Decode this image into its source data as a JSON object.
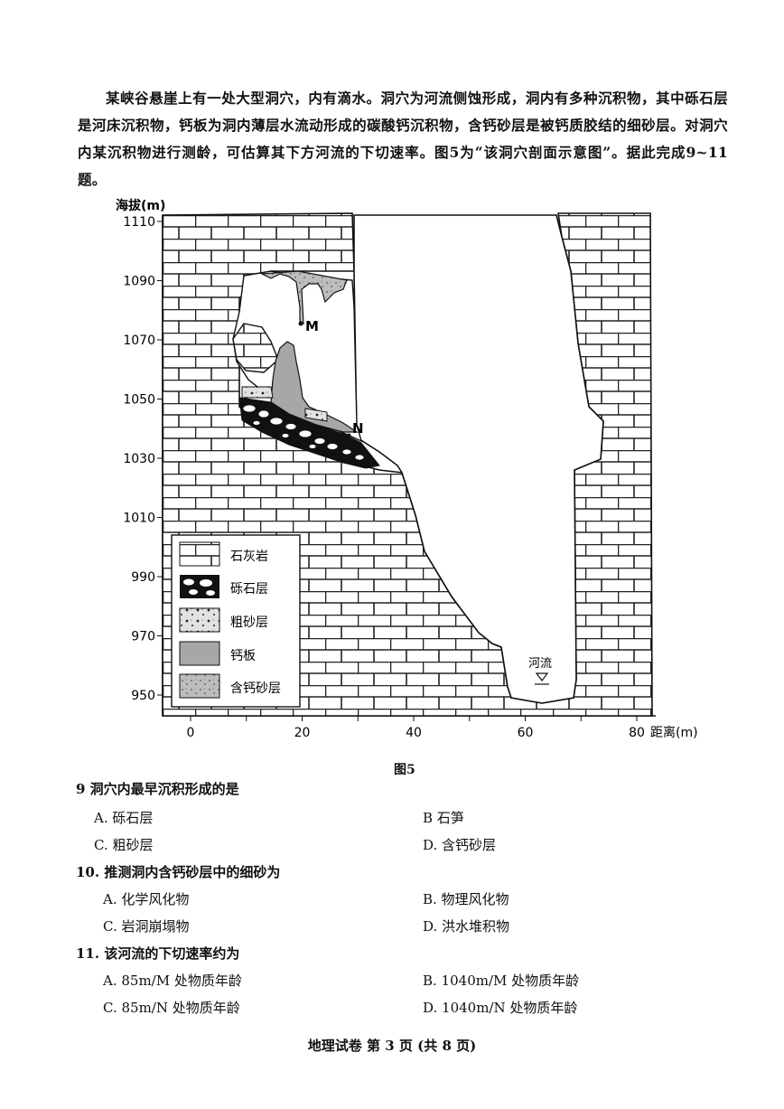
{
  "intro": "某峡谷悬崖上有一处大型洞穴，内有滴水。洞穴为河流侧蚀形成，洞内有多种沉积物，其中砾石层是河床沉积物，钙板为洞内薄层水流动形成的碳酸钙沉积物，含钙砂层是被钙质胶结的细砂层。对洞穴内某沉积物进行测龄，可估算其下方河流的下切速率。图5为“该洞穴剖面示意图”。据此完成9~11题。",
  "figure": {
    "y_axis_label": "海拔(m)",
    "x_axis_label": "距离(m)",
    "y_ticks": [
      "1110",
      "1090",
      "1070",
      "1050",
      "1030",
      "1010",
      "990",
      "970",
      "950"
    ],
    "x_ticks": [
      "0",
      "20",
      "40",
      "60",
      "80"
    ],
    "point_m": "M",
    "point_n": "N",
    "river_label": "河流",
    "legend": [
      "石灰岩",
      "砾石层",
      "粗砂层",
      "钙板",
      "含钙砂层"
    ],
    "caption": "图5"
  },
  "questions": [
    {
      "stem": "9  洞穴内最早沉积形成的是",
      "options": [
        "A. 砾石层",
        "B  石笋",
        "C. 粗砂层",
        "D. 含钙砂层"
      ]
    },
    {
      "stem": "10. 推测洞内含钙砂层中的细砂为",
      "options": [
        "A. 化学风化物",
        "B. 物理风化物",
        "C. 岩洞崩塌物",
        "D. 洪水堆积物"
      ]
    },
    {
      "stem": "11. 该河流的下切速率约为",
      "options": [
        "A. 85m/M 处物质年龄",
        "B. 1040m/M 处物质年龄",
        "C. 85m/N 处物质年龄",
        "D. 1040m/N 处物质年龄"
      ]
    }
  ],
  "footer": "地理试卷  第 3 页  (共 8 页)"
}
